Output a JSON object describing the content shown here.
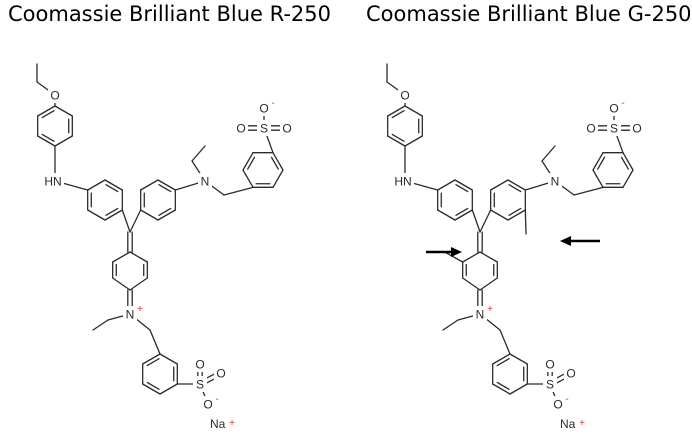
{
  "titles": {
    "left": "Coomassie Brilliant Blue R-250",
    "right": "Coomassie Brilliant Blue G-250"
  },
  "atoms": {
    "oxygen": "O",
    "nitrogen": "N",
    "amine": "HN",
    "sulfur": "S",
    "sodium": "Na"
  },
  "charges": {
    "plus": "+",
    "minus": "-"
  },
  "colors": {
    "bond": "#2b2b2b",
    "charge": "#e03030",
    "arrow": "#000000"
  }
}
